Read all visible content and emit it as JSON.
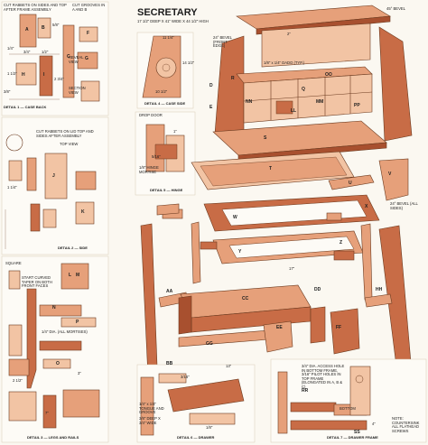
{
  "title": "SECRETARY",
  "dimensions": "17 1/2\" DEEP X 41\" WIDE X 44 1/2\" HIGH",
  "colors": {
    "wood_light": "#f2c4a4",
    "wood_mid": "#e6a07a",
    "wood_dark": "#c86c46",
    "wood_deep": "#a8502f",
    "line": "#6b3a1f",
    "paper": "#fbf8f1",
    "detail_box": "#fdfbf6"
  },
  "details": {
    "d1": "DETAIL 1 — CASE BACK",
    "d2": "DETAIL 2 — SIDE",
    "d3": "DETAIL 3 — LEGS AND RAILS",
    "d4": "DETAIL 4 — CASE SIDE",
    "d5": "DETAIL 5 — HINGE",
    "d6": "DETAIL 6 — DRAWER",
    "d7": "DETAIL 7 — DRAWER FRAME"
  },
  "notes": {
    "rabbets_top": "CUT RABBETS ON SIDES AND TOP AFTER FRAME ASSEMBLY",
    "grooves": "CUT GROOVES IN A AND B",
    "rabbets_lid": "CUT RABBETS ON LID TOP AND SIDES AFTER ASSEMBLY",
    "top_view": "TOP VIEW",
    "square": "SQUARE",
    "start_curved": "START CURVED TAPER ON BOTH FRONT FACES",
    "dia_mortises": "1/4\" DIA. (ALL MORTISES)",
    "drop_door": "DROP DOOR",
    "hinge_mortise": "1/8\" HINGE MORTISE",
    "bevel": "45° BEVEL",
    "bevel_24": "24° BEVEL (ALL SIDES)",
    "bevel_front": "24° BEVEL (FRONT EDGE)",
    "dado": "1/8\" x 1/4\" DADO (TYP.)",
    "tongue": "1/4\" x 1/4\" TONGUE AND GROOVE",
    "access_hole": "3/4\" DIA. ACCESS HOLE IN BOTTOM FRAME, 3/16\" PILOT HOLES IN TOP FRAME (ELONGATED IN A, B & C)",
    "bottom": "BOTTOM",
    "deep_wide": "3/8\" DEEP X 3/4\" WIDE",
    "note_fl": "NOTE: COUNTERSINK ALL FLATHEAD SCREWS",
    "section_view": "SECTION VIEW",
    "reveal": "REVEAL VIEW"
  },
  "dims": [
    "1/4\"",
    "3/4\"",
    "1/2\"",
    "5/8\"",
    "1 1/2\"",
    "2 3/4\"",
    "3/8\"",
    "1 1/4\"",
    "11 1/4\"",
    "14 1/2\"",
    "10 1/2\"",
    "2\"",
    "1\"",
    "5/16\"",
    "17\"",
    "3/16\"",
    "13\"",
    "7\"",
    "2 1/2\"",
    "1/8\"",
    "3\"",
    "4\""
  ],
  "tags": [
    "A",
    "B",
    "C",
    "D",
    "E",
    "F",
    "G",
    "H",
    "I",
    "J",
    "K",
    "L",
    "M",
    "N",
    "O",
    "P",
    "Q",
    "R",
    "S",
    "T",
    "U",
    "V",
    "W",
    "X",
    "Y",
    "Z",
    "AA",
    "BB",
    "CC",
    "DD",
    "EE",
    "FF",
    "GG",
    "HH",
    "LL",
    "MM",
    "NN",
    "OO",
    "PP",
    "RR",
    "SS"
  ]
}
